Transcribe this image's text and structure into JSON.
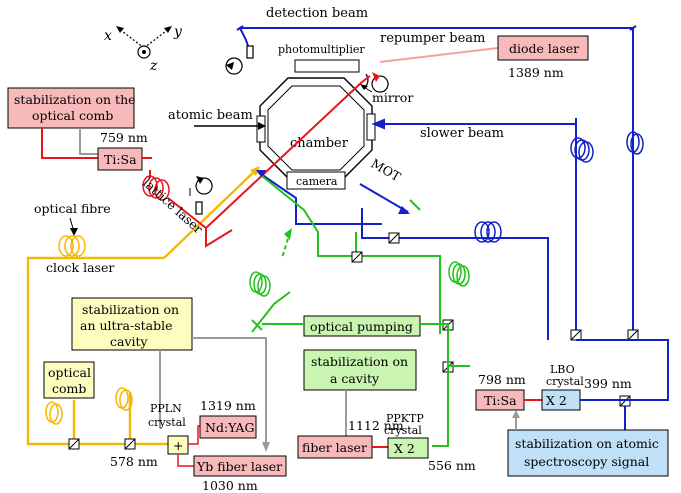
{
  "axes": {
    "x": "x",
    "y": "y",
    "z": "z"
  },
  "labels": {
    "detection_beam": "detection beam",
    "repumper_beam": "repumper beam",
    "photomultiplier": "photomultiplier",
    "mirror": "mirror",
    "atomic_beam": "atomic beam",
    "chamber": "chamber",
    "camera": "camera",
    "slower_beam": "slower beam",
    "mot": "MOT",
    "lattice_laser": "lattice laser",
    "optical_fibre": "optical fibre",
    "clock_laser": "clock laser",
    "nm_759": "759 nm",
    "nm_1389": "1389 nm",
    "nm_578": "578 nm",
    "nm_1030": "1030 nm",
    "nm_1319": "1319 nm",
    "nm_1112": "1112 nm",
    "nm_556": "556 nm",
    "nm_798": "798 nm",
    "nm_399": "399 nm",
    "ppln_1": "PPLN",
    "ppln_2": "crystal",
    "ppktp_1": "PPKTP",
    "ppktp_2": "crystal",
    "lbo_1": "LBO",
    "lbo_2": "crystal",
    "plus": "+"
  },
  "boxes": {
    "diode_laser": "diode laser",
    "stab_comb_1": "stabilization on the",
    "stab_comb_2": "optical comb",
    "tisa_1": "Ti:Sa",
    "stab_cavity_1": "stabilization on",
    "stab_cavity_2": "an ultra-stable",
    "stab_cavity_3": "cavity",
    "optical_comb_1": "optical",
    "optical_comb_2": "comb",
    "ndyag": "Nd:YAG",
    "yb_fiber": "Yb fiber laser",
    "optical_pumping": "optical pumping",
    "stab_a_cavity_1": "stabilization on",
    "stab_a_cavity_2": "a cavity",
    "fiber_laser": "fiber laser",
    "x2_green": "X 2",
    "tisa_2": "Ti:Sa",
    "x2_blue": "X 2",
    "stab_atomic_1": "stabilization on atomic",
    "stab_atomic_2": "spectroscopy signal"
  },
  "colors": {
    "red": "#e8141e",
    "blue": "#1220c8",
    "green": "#22c21e",
    "orange": "#f5b800",
    "grey": "#9a9a9a",
    "pink": "#f7b9b9",
    "yellow": "#fdfdc0",
    "lightgreen": "#c9f5b0",
    "lightblue": "#bfe0f7"
  }
}
